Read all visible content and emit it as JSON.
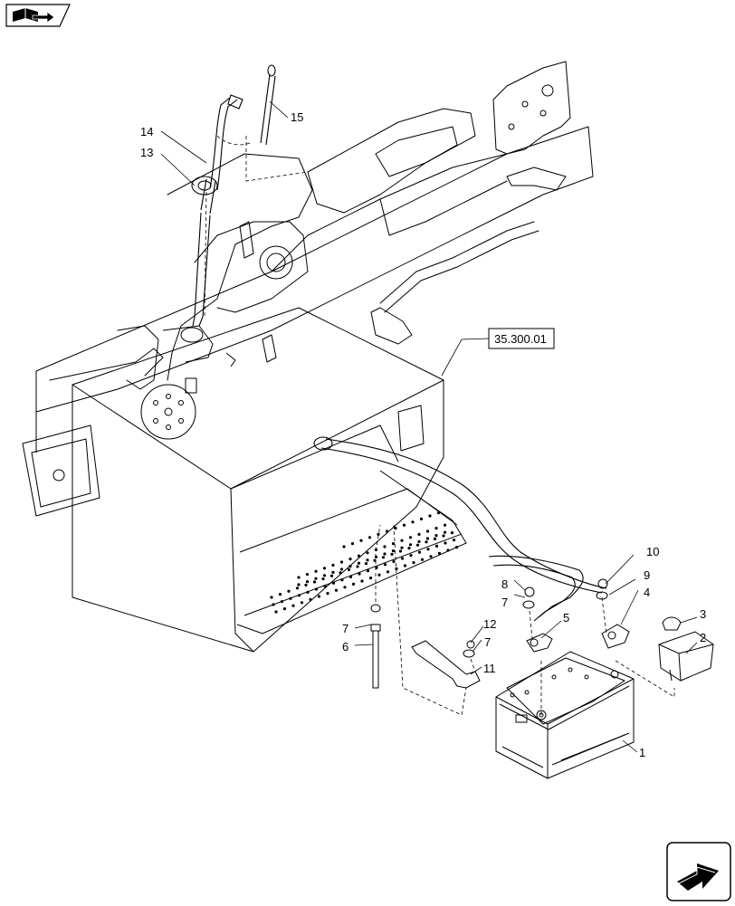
{
  "reference_box": "35.300.01",
  "callouts": [
    "1",
    "2",
    "3",
    "4",
    "5",
    "6",
    "7",
    "7",
    "7",
    "8",
    "9",
    "10",
    "11",
    "12",
    "13",
    "14",
    "15"
  ],
  "icons": {
    "previous": "book-back-arrow-icon",
    "next": "forward-arrow-icon"
  },
  "colors": {
    "line": "#000000",
    "background": "#ffffff"
  }
}
